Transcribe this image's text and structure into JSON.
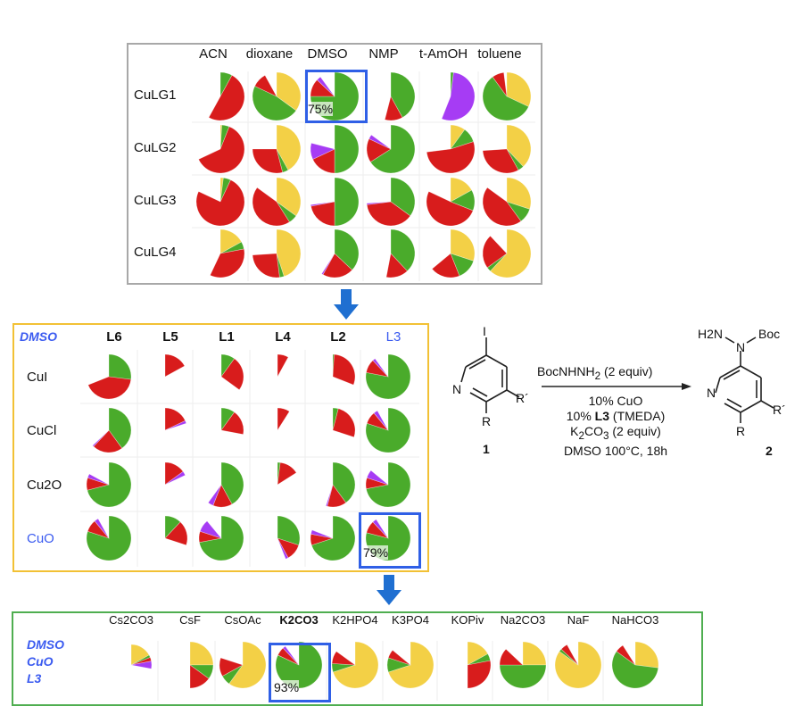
{
  "colors": {
    "yellow": "#f3d046",
    "green": "#4aab2b",
    "red": "#d81c1c",
    "purple": "#a63cf4",
    "highlight": "#2f5fe6",
    "arrow": "#1f6fd1",
    "label_blue": "#3b5bf0"
  },
  "segment_order": [
    "yellow",
    "green",
    "red",
    "purple"
  ],
  "table1": {
    "columns": [
      "ACN",
      "dioxane",
      "DMSO",
      "NMP",
      "t-AmOH",
      "toluene"
    ],
    "rows": [
      {
        "label": "CuLG1",
        "pies": [
          [
            0,
            8,
            50,
            0
          ],
          [
            35,
            47,
            10,
            0
          ],
          [
            0,
            75,
            12,
            3
          ],
          [
            0,
            42,
            12,
            0
          ],
          [
            0,
            2,
            0,
            54
          ],
          [
            32,
            58,
            8,
            0
          ]
        ]
      },
      {
        "label": "CuLG2",
        "pies": [
          [
            1,
            5,
            62,
            0
          ],
          [
            42,
            4,
            29,
            0
          ],
          [
            0,
            50,
            18,
            11
          ],
          [
            0,
            66,
            16,
            3
          ],
          [
            10,
            10,
            53,
            0
          ],
          [
            38,
            4,
            32,
            0
          ]
        ]
      },
      {
        "label": "CuLG3",
        "pies": [
          [
            2,
            5,
            75,
            0
          ],
          [
            35,
            6,
            44,
            0
          ],
          [
            0,
            50,
            22,
            1
          ],
          [
            0,
            35,
            38,
            1
          ],
          [
            17,
            14,
            51,
            0
          ],
          [
            30,
            10,
            45,
            0
          ]
        ]
      },
      {
        "label": "CuLG4",
        "pies": [
          [
            17,
            5,
            35,
            0
          ],
          [
            45,
            3,
            26,
            0
          ],
          [
            0,
            37,
            21,
            1
          ],
          [
            0,
            38,
            15,
            0
          ],
          [
            30,
            14,
            20,
            0
          ],
          [
            62,
            3,
            23,
            0
          ]
        ]
      }
    ],
    "highlight": {
      "row": 0,
      "col": 2,
      "label": "75%"
    }
  },
  "table2": {
    "corner": "DMSO",
    "columns": [
      "L6",
      "L5",
      "L1",
      "L4",
      "L2",
      "L3"
    ],
    "highlight_column": 5,
    "rows": [
      {
        "label": "CuI",
        "blue": false,
        "pies": [
          [
            0,
            27,
            42,
            0
          ],
          [
            0,
            0,
            17,
            0
          ],
          [
            0,
            10,
            25,
            0
          ],
          [
            0,
            0,
            8,
            0
          ],
          [
            0,
            1,
            30,
            0
          ],
          [
            0,
            78,
            10,
            2
          ]
        ]
      },
      {
        "label": "CuCl",
        "blue": false,
        "pies": [
          [
            0,
            40,
            22,
            1
          ],
          [
            0,
            0,
            18,
            2
          ],
          [
            0,
            10,
            18,
            0
          ],
          [
            0,
            0,
            9,
            0
          ],
          [
            0,
            4,
            26,
            0
          ],
          [
            0,
            80,
            9,
            3
          ]
        ]
      },
      {
        "label": "Cu2O",
        "blue": false,
        "pies": [
          [
            0,
            71,
            9,
            3
          ],
          [
            0,
            0,
            15,
            3
          ],
          [
            0,
            42,
            14,
            4
          ],
          [
            0,
            2,
            14,
            0
          ],
          [
            0,
            40,
            14,
            1
          ],
          [
            0,
            72,
            8,
            6
          ]
        ]
      },
      {
        "label": "CuO",
        "blue": true,
        "pies": [
          [
            0,
            80,
            9,
            3
          ],
          [
            0,
            12,
            18,
            0
          ],
          [
            0,
            72,
            8,
            9
          ],
          [
            0,
            30,
            12,
            2
          ],
          [
            0,
            70,
            8,
            3
          ],
          [
            0,
            79,
            9,
            3
          ]
        ]
      }
    ],
    "highlight": {
      "row": 3,
      "col": 5,
      "label": "79%"
    }
  },
  "table3": {
    "row_label_lines": [
      "DMSO",
      "CuO",
      "L3"
    ],
    "columns": [
      {
        "label": "Cs2CO3",
        "bold": false
      },
      {
        "label": "CsF",
        "bold": false
      },
      {
        "label": "CsOAc",
        "bold": false
      },
      {
        "label": "K2CO3",
        "bold": true
      },
      {
        "label": "K2HPO4",
        "bold": false
      },
      {
        "label": "K3PO4",
        "bold": false
      },
      {
        "label": "KOPiv",
        "bold": false
      },
      {
        "label": "Na2CO3",
        "bold": false
      },
      {
        "label": "NaF",
        "bold": false
      },
      {
        "label": "NaHCO3",
        "bold": false
      }
    ],
    "pies": [
      [
        17,
        2,
        3,
        6
      ],
      [
        25,
        10,
        15,
        0
      ],
      [
        60,
        7,
        13,
        0
      ],
      [
        0,
        82,
        6,
        2
      ],
      [
        70,
        6,
        9,
        0
      ],
      [
        70,
        10,
        6,
        0
      ],
      [
        17,
        5,
        28,
        0
      ],
      [
        25,
        50,
        12,
        0
      ],
      [
        85,
        2,
        5,
        0
      ],
      [
        27,
        58,
        6,
        0
      ]
    ],
    "highlight": {
      "col": 3,
      "label": "93%"
    }
  },
  "scheme": {
    "reactant": {
      "I": "I",
      "N": "N",
      "R": "R",
      "Rp": "R´",
      "number": "1"
    },
    "product": {
      "H2N": "H2N",
      "N": "N",
      "Boc": "Boc",
      "Nring": "N",
      "R": "R",
      "Rp": "R´",
      "number": "2"
    },
    "reagent_above": "BocNHNH2 (2 equiv)",
    "conditions": [
      "10% CuO",
      "10% L3 (TMEDA)",
      "K2CO3 (2 equiv)",
      "DMSO 100°C, 18h"
    ]
  }
}
